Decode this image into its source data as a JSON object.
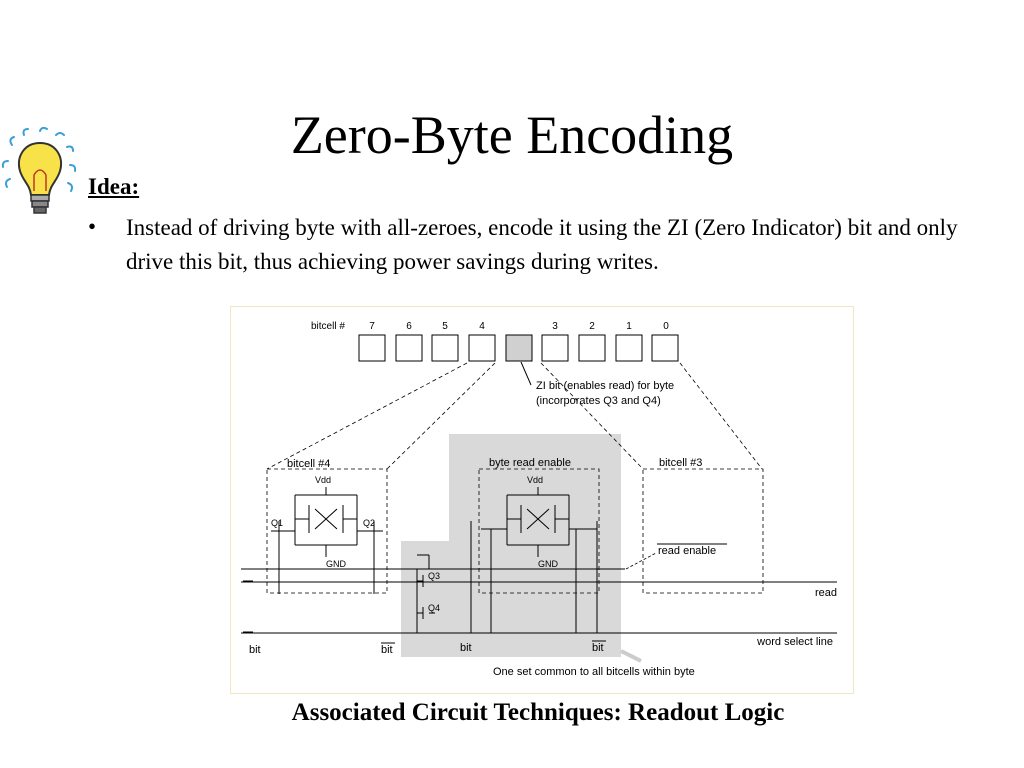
{
  "slide": {
    "title": "Zero-Byte Encoding",
    "idea_label": "Idea:",
    "bullet_symbol": "•",
    "bullet_text": "Instead of driving byte with all-zeroes, encode it using the ZI (Zero Indicator) bit and only drive this bit, thus achieving power savings during writes.",
    "caption": "Associated Circuit Techniques: Readout Logic",
    "icon": "lightbulb-icon"
  },
  "figure": {
    "bitcell_label": "bitcell #",
    "bit_numbers": [
      "7",
      "6",
      "5",
      "4",
      "3",
      "2",
      "1",
      "0"
    ],
    "zi_note_line1": "ZI bit (enables read) for byte",
    "zi_note_line2": "(incorporates Q3 and Q4)",
    "left_cell_label": "bitcell #4",
    "mid_cell_label": "byte read enable",
    "right_cell_label": "bitcell #3",
    "vdd": "Vdd",
    "gnd": "GND",
    "q1": "Q1",
    "q2": "Q2",
    "q3": "Q3",
    "q4": "Q4",
    "read_enable": "read enable",
    "read": "read",
    "word_select_line": "word select line",
    "bit": "bit",
    "bit_bar": "bit",
    "common_note": "One set common to all bitcells within byte",
    "colors": {
      "shade": "#d9d9d9",
      "zi_box": "#d0d0d0",
      "border": "#f1e7c2"
    }
  }
}
